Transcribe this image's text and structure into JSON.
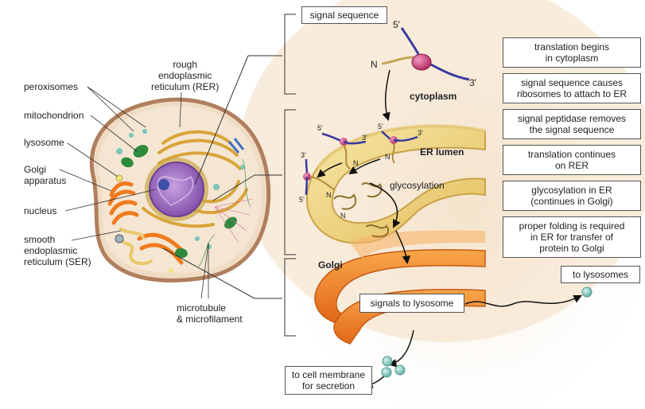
{
  "cell_labels": {
    "peroxisomes": "peroxisomes",
    "mitochondrion": "mitochondrion",
    "lysosome": "lysosome",
    "golgi_apparatus": "Golgi\napparatus",
    "nucleus": "nucleus",
    "ser": "smooth\nendoplasmic\nreticulum (SER)",
    "rer": "rough\nendoplasmic\nreticulum (RER)",
    "microtubule": "microtubule\n& microfilament"
  },
  "pathway_labels": {
    "signal_sequence": "signal sequence",
    "five_prime": "5'",
    "three_prime": "3'",
    "n_terminus": "N",
    "cytoplasm": "cytoplasm",
    "er_lumen": "ER lumen",
    "glycosylation": "glycosylation",
    "golgi": "Golgi",
    "signals_to_lysosome": "signals to lysosome",
    "to_lysosomes": "to lysosomes",
    "to_cell_membrane": "to cell membrane\nfor secretion"
  },
  "steps": [
    "translation begins\nin cytoplasm",
    "signal sequence causes\nribosomes to attach to ER",
    "signal peptidase removes\nthe signal sequence",
    "translation continues\non RER",
    "glycosylation in ER\n(continues in Golgi)",
    "proper folding is required\nin ER for transfer of\nprotein to Golgi"
  ],
  "colors": {
    "cell_membrane": "#b07f5e",
    "cytoplasm_fill": "#f0dcc4",
    "nucleus": "#8e5fb4",
    "nucleolus": "#3d4fa8",
    "rer": "#d9a43a",
    "golgi": "#f07a1e",
    "mitochondrion": "#2e8a3c",
    "er_lumen": "#f1d98a",
    "golgi_band": "#f4902a",
    "mrna": "#3b3aa0",
    "ribosome": "#d2457c",
    "vesicle": "#7cc6bb"
  }
}
